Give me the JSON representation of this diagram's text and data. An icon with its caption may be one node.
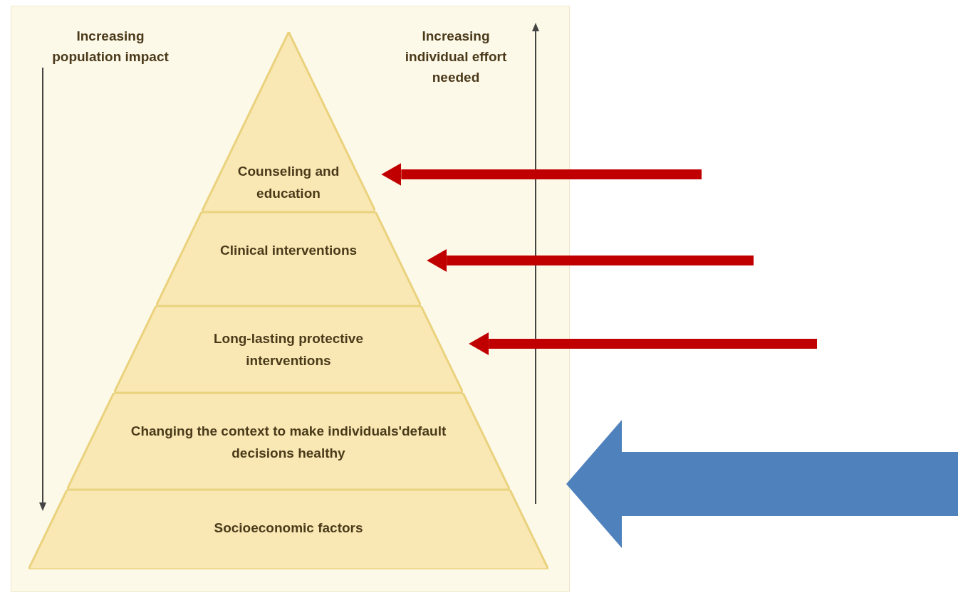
{
  "diagram": {
    "nodes": [
      {
        "text": [
          "Counseling and education"
        ]
      },
      {
        "text": [
          "Clinical interventions"
        ]
      },
      {
        "text": [
          "Long-lasting protective interventions"
        ]
      },
      {
        "text": [
          "Changing the context to make individuals'default decisions healthy"
        ]
      },
      {
        "text": [
          "Socioeconomic factors"
        ]
      }
    ],
    "edges": [
      {
        "from": null,
        "to": 0,
        "arrow": "to"
      },
      {
        "from": null,
        "to": 1,
        "arrow": "to"
      },
      {
        "from": null,
        "to": 2,
        "arrow": "to"
      },
      {
        "from": null,
        "to": 3,
        "arrow": "to",
        "style": "thick",
        "color": "#4f81bd"
      }
    ],
    "labels": [
      "Increasing population impact",
      "Increasing individual effort needed"
    ]
  }
}
